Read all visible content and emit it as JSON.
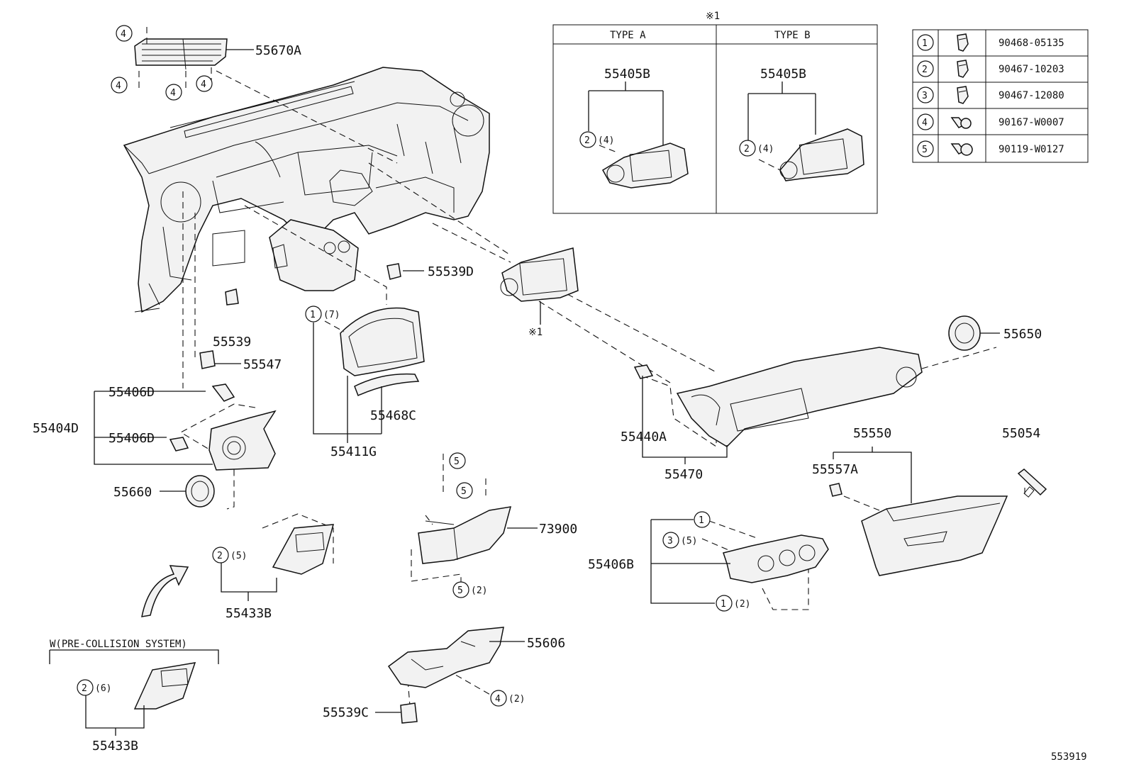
{
  "diagram": {
    "figure_id": "553919",
    "part_labels": {
      "p55670A": "55670A",
      "p55539D": "55539D",
      "p55539": "55539",
      "p55547": "55547",
      "p55406D_top": "55406D",
      "p55404D": "55404D",
      "p55406D_bottom": "55406D",
      "p55660": "55660",
      "p55411G": "55411G",
      "p55468C": "55468C",
      "p55433B_top": "55433B",
      "p55433B_bottom": "55433B",
      "p73900": "73900",
      "p55606": "55606",
      "p55539C": "55539C",
      "p55650": "55650",
      "p55440A": "55440A",
      "p55470": "55470",
      "p55550": "55550",
      "p55557A": "55557A",
      "p55054": "55054",
      "p55406B": "55406B",
      "ref1": "※1",
      "ref1_top": "※1"
    },
    "callouts": {
      "c4": "4",
      "c1": "1",
      "c2": "2",
      "c3": "3",
      "c5": "5",
      "q7": "(7)",
      "q5": "(5)",
      "q4": "(4)",
      "q2": "(2)",
      "q6": "(6)"
    },
    "type_box": {
      "type_a": "TYPE A",
      "type_b": "TYPE B",
      "part_a": "55405B",
      "part_b": "55405B"
    },
    "variant_caption": "W(PRE-COLLISION SYSTEM)",
    "fastener_legend": [
      {
        "num": "1",
        "part": "90468-05135",
        "icon": "clip-icon"
      },
      {
        "num": "2",
        "part": "90467-10203",
        "icon": "clip-icon"
      },
      {
        "num": "3",
        "part": "90467-12080",
        "icon": "clip-icon"
      },
      {
        "num": "4",
        "part": "90167-W0007",
        "icon": "screw-icon"
      },
      {
        "num": "5",
        "part": "90119-W0127",
        "icon": "screw-icon"
      }
    ]
  }
}
